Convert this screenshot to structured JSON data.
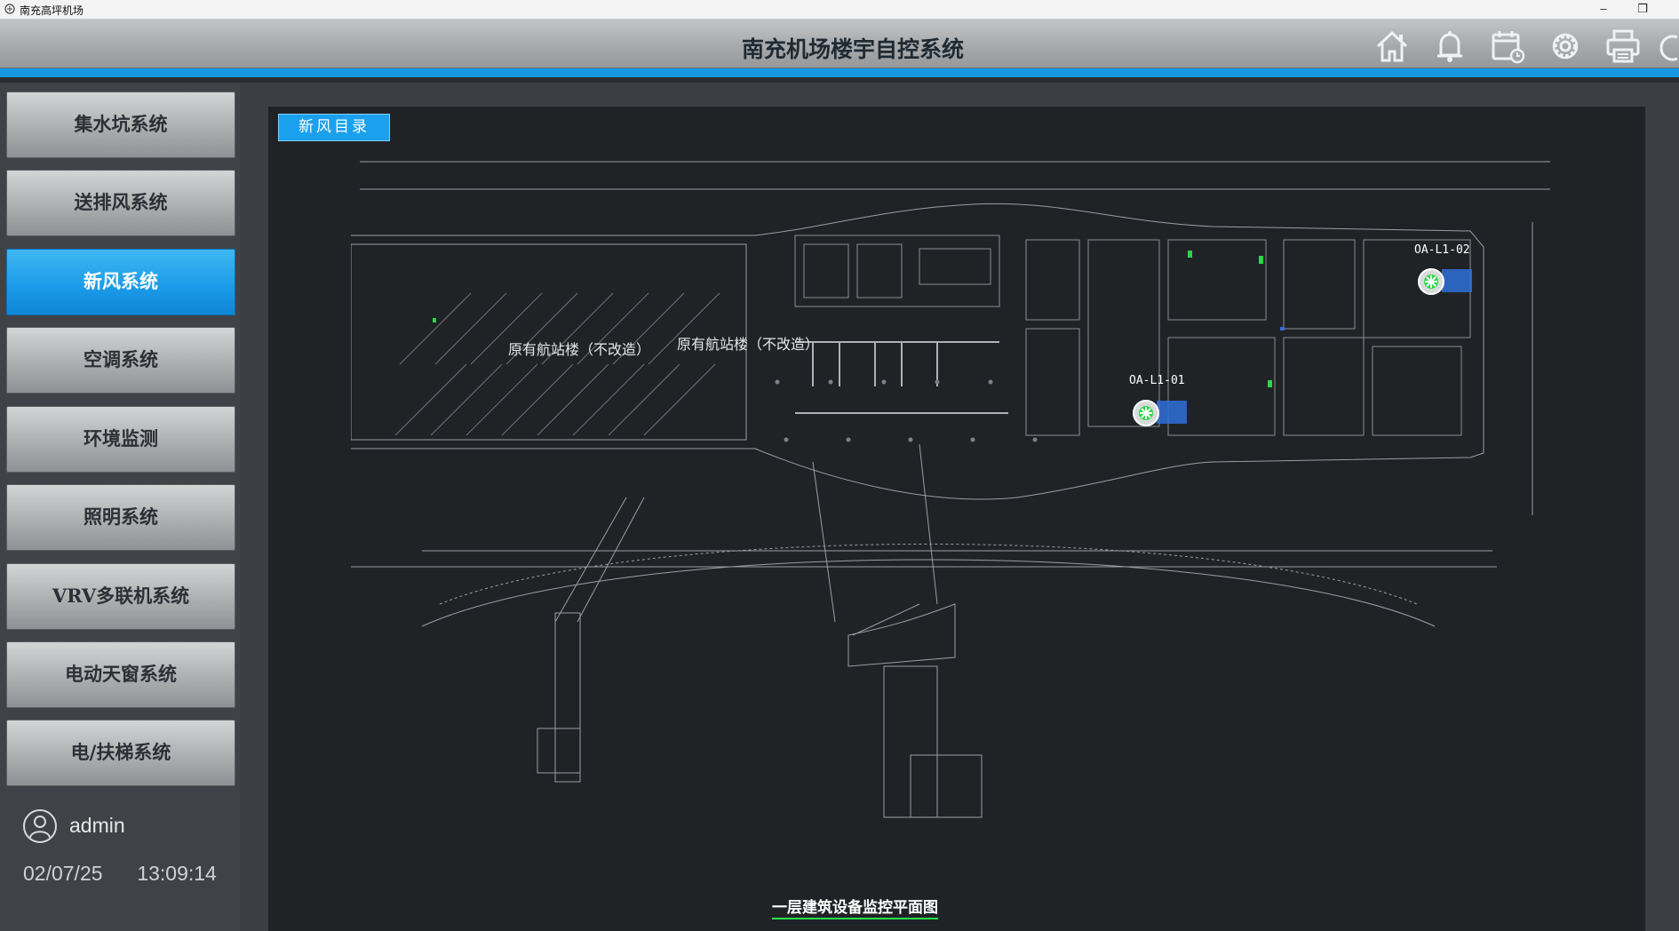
{
  "window": {
    "title": "南充高坪机场"
  },
  "header": {
    "title": "南充机场楼宇自控系统",
    "icons": [
      "home-icon",
      "bell-icon",
      "calendar-icon",
      "gear-icon",
      "printer-icon",
      "power-icon"
    ]
  },
  "sidebar": {
    "items": [
      {
        "label": "集水坑系统",
        "active": false
      },
      {
        "label": "送排风系统",
        "active": false
      },
      {
        "label": "新风系统",
        "active": true
      },
      {
        "label": "空调系统",
        "active": false
      },
      {
        "label": "环境监测",
        "active": false
      },
      {
        "label": "照明系统",
        "active": false
      },
      {
        "label": "VRV多联机系统",
        "active": false
      },
      {
        "label": "电动天窗系统",
        "active": false
      },
      {
        "label": "电/扶梯系统",
        "active": false
      }
    ],
    "user": {
      "name": "admin"
    },
    "date": "02/07/25",
    "time": "13:09:14"
  },
  "main": {
    "directory_button": "新风目录",
    "plan": {
      "room_labels": [
        "原有航站楼（不改造）",
        "原有航站楼（不改造）"
      ],
      "units": [
        "OA-L1-02",
        "OA-L1-01"
      ],
      "title": "一层建筑设备监控平面图"
    }
  },
  "colors": {
    "accent": "#1597e4",
    "active_button": "#1a9ae8",
    "plan_background": "#202326",
    "fan_green": "#2bd64a",
    "fan_blue": "#2f6fd8"
  }
}
